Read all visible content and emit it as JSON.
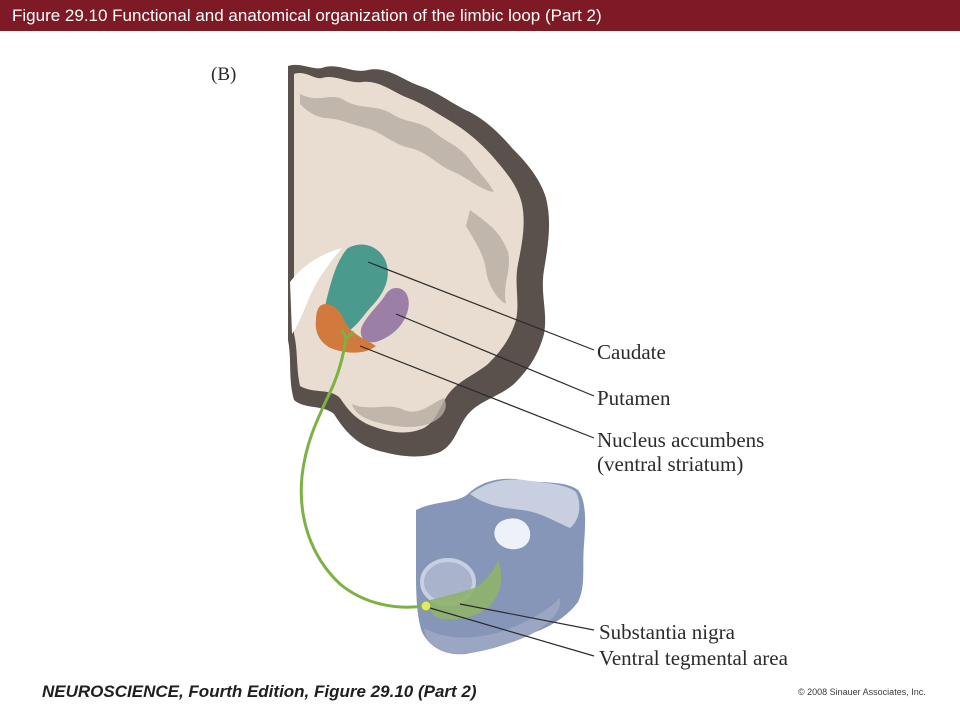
{
  "header": {
    "title": "Figure 29.10  Functional and anatomical organization of the limbic loop (Part 2)"
  },
  "panel": {
    "label": "(B)"
  },
  "labels": {
    "caudate": "Caudate",
    "putamen": "Putamen",
    "nucleus_accumbens_line1": "Nucleus accumbens",
    "nucleus_accumbens_line2": "(ventral striatum)",
    "substantia_nigra": "Substantia nigra",
    "ventral_tegmental_area": "Ventral tegmental area"
  },
  "footer": {
    "book_title": "NEUROSCIENCE,",
    "edition": "Fourth Edition,",
    "figure_ref": "Figure 29.10 (Part 2)",
    "copyright": "© 2008 Sinauer Associates, Inc."
  },
  "colors": {
    "title_bar": "#7d1a25",
    "cortex_gray_matter": "#5a504c",
    "white_matter": "#e8ddd0",
    "caudate": "#4a9a8e",
    "putamen": "#9c7fa6",
    "nucleus_accumbens": "#d27a3d",
    "pathway": "#7bb241",
    "midbrain": "#8596b8",
    "substantia_nigra": "#8fb26a"
  }
}
